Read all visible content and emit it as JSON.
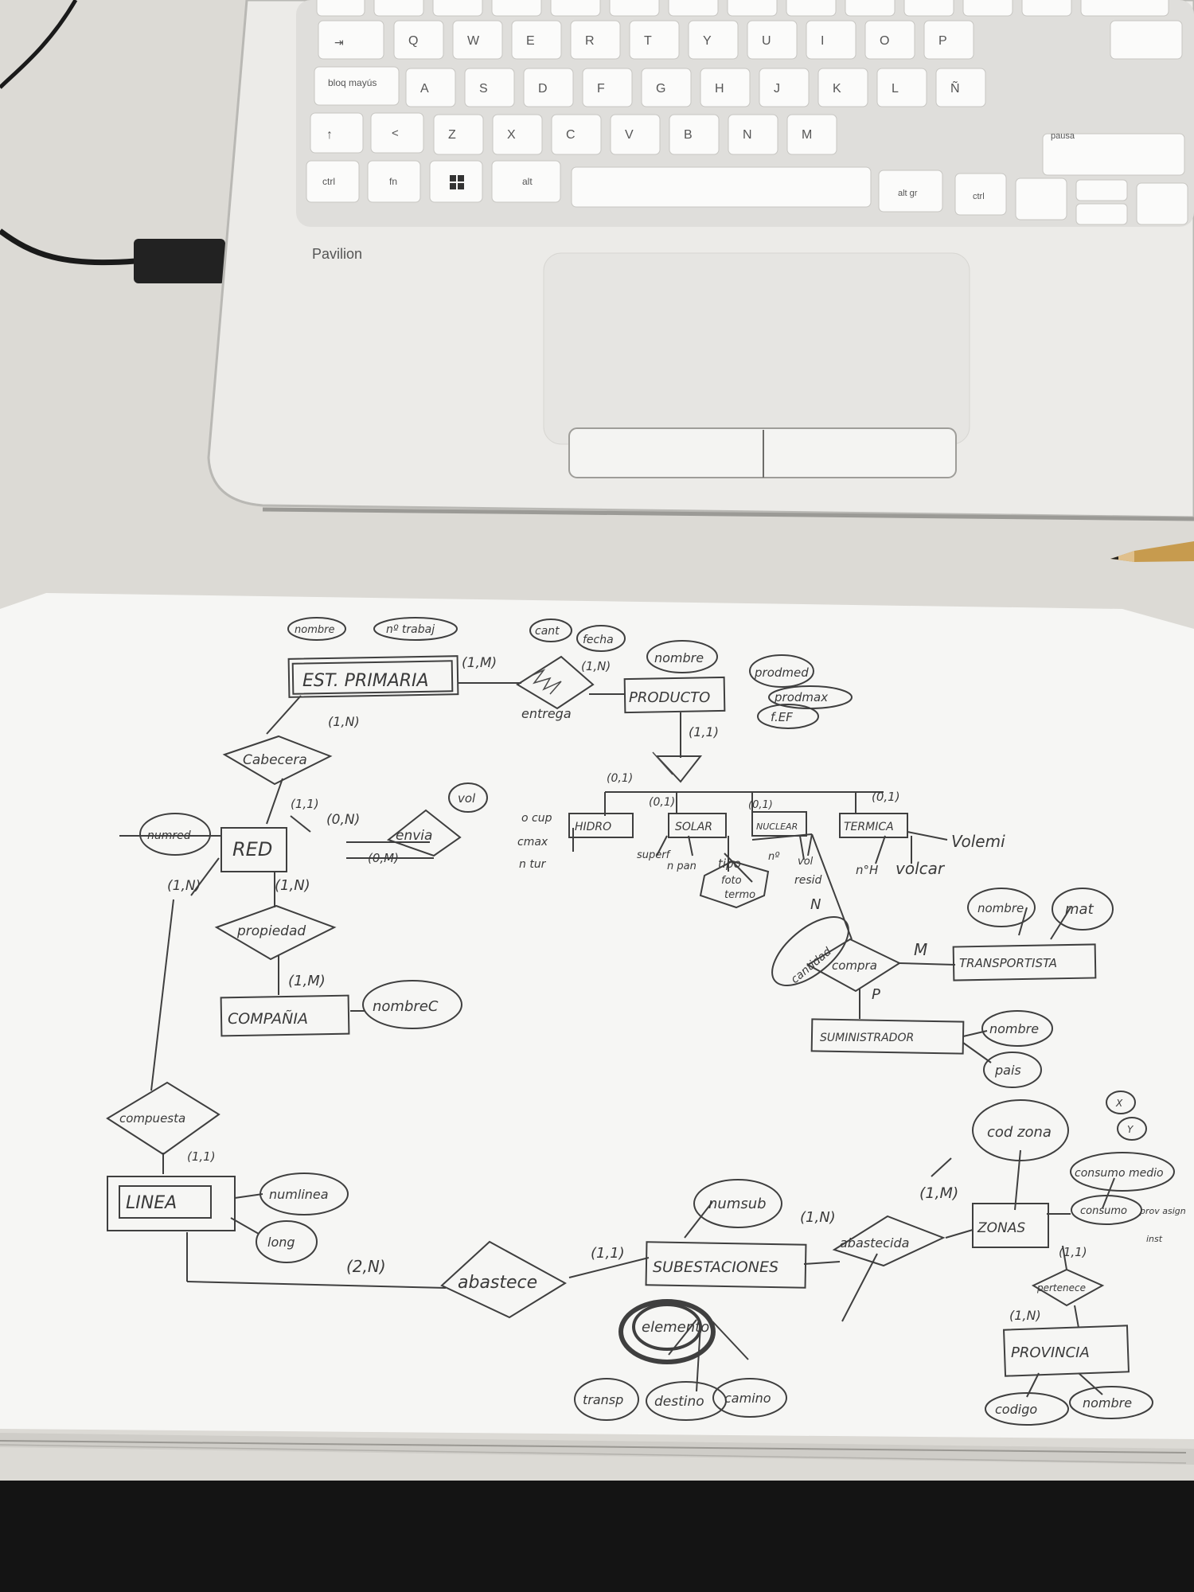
{
  "laptop": {
    "brand": "Pavilion",
    "keys_row1": [
      "Q",
      "W",
      "E",
      "R",
      "T",
      "Y",
      "U",
      "I",
      "O",
      "P"
    ],
    "keys_row2": [
      "A",
      "S",
      "D",
      "F",
      "G",
      "H",
      "J",
      "K",
      "L",
      "Ñ"
    ],
    "keys_row3": [
      "Z",
      "X",
      "C",
      "V",
      "B",
      "N",
      "M"
    ],
    "key_caps_lock": "bloq mayús",
    "key_ctrl": "ctrl",
    "key_fn": "fn",
    "key_alt": "alt",
    "key_altgr": "alt gr",
    "key_pausa": "pausa"
  },
  "diagram": {
    "entities": {
      "est_primaria": "EST. PRIMARIA",
      "producto": "PRODUCTO",
      "red": "RED",
      "compania": "COMPAÑIA",
      "linea": "LINEA",
      "subestaciones": "SUBESTACIONES",
      "zonas": "ZONAS",
      "provincia": "PROVINCIA",
      "transportista": "TRANSPORTISTA",
      "suministrador": "SUMINISTRADOR",
      "hidro": "HIDRO",
      "solar": "SOLAR",
      "nuclear": "NUCLEAR",
      "termica": "TERMICA"
    },
    "relationships": {
      "cabecera": "Cabecera",
      "envia": "envia",
      "propiedad": "propiedad",
      "compuesta": "compuesta",
      "abastece": "abastece",
      "abastecida": "abastecida",
      "compra": "compra",
      "entrega": "entrega",
      "pertenece": "pertenece"
    },
    "attributes": {
      "nombre_est": "nombre",
      "n_trabaj": "nº trabaj",
      "cant": "cant",
      "fecha": "fecha",
      "nombre_prod": "nombre",
      "prodmed": "prodmed",
      "prodmax": "prodmax",
      "f_ef": "f.EF",
      "numred": "numred",
      "vol": "vol",
      "nombre_comp": "nombreC",
      "numlinea": "numlinea",
      "long": "long",
      "numsub": "numsub",
      "elemento": "elemento",
      "transp": "transp",
      "destino": "destino",
      "camino": "camino",
      "cod_zona": "cod zona",
      "cons_medio": "consumo medio",
      "consumo": "consumo",
      "codigo": "codigo",
      "nombre_prov": "nombre",
      "nombre_transp": "nombre",
      "mat": "mat",
      "nombre_sum": "nombre",
      "pais": "pais",
      "cantidad": "cantidad",
      "o_cup": "o cup",
      "c_max": "cmax",
      "n_tur": "n tur",
      "superficie": "superf",
      "n_paneles": "n pan",
      "tipo": "tipo",
      "foto": "foto",
      "termo": "termo",
      "n_reac": "nº",
      "vol_res": "vol",
      "resid": "resid",
      "n_h": "n°H",
      "volcar": "volcar",
      "volemi": "Volemi",
      "x": "X",
      "y": "Y",
      "prov_asign": "prov asign",
      "inst": "inst"
    },
    "cardinalities": {
      "c1": "(1,N)",
      "c2": "(1,M)",
      "c3": "(1,N)",
      "c4": "(1,1)",
      "c5": "(1,1)",
      "c6": "(0,N)",
      "c7": "(0,M)",
      "c8": "(1,N)",
      "c9": "(1,N)",
      "c10": "(1,M)",
      "c11": "(1,1)",
      "c12": "(2,N)",
      "c13": "(1,1)",
      "c14": "(1,N)",
      "c15": "(1,M)",
      "c16": "(1,1)",
      "c17": "(1,N)",
      "c18": "(0,1)",
      "c19": "(0,1)",
      "c20": "(0,1)",
      "c21": "(0,1)",
      "n": "N",
      "m": "M",
      "p": "P"
    }
  }
}
